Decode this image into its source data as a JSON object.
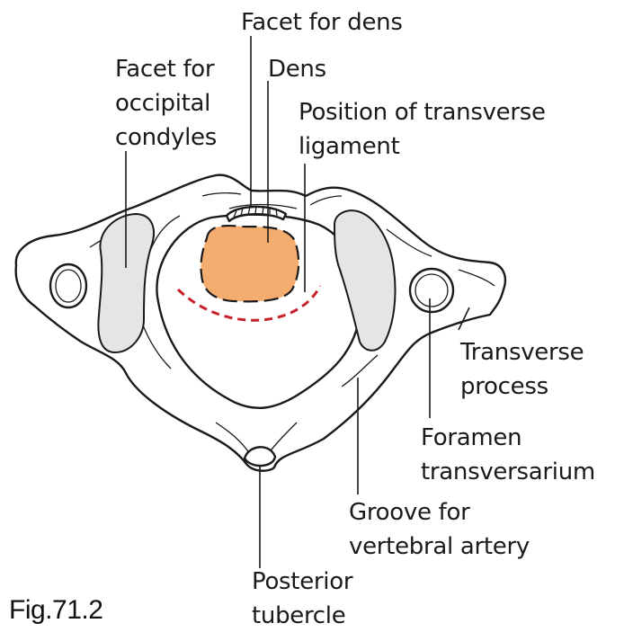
{
  "labels": {
    "facet_for_dens": "Facet for dens",
    "facet_occipital_line1": "Facet for",
    "facet_occipital_line2": "occipital",
    "facet_occipital_line3": "condyles",
    "dens": "Dens",
    "transverse_ligament_line1": "Position of transverse",
    "transverse_ligament_line2": "ligament",
    "transverse_process_line1": "Transverse",
    "transverse_process_line2": "process",
    "foramen_line1": "Foramen",
    "foramen_line2": "transversarium",
    "groove_line1": "Groove for",
    "groove_line2": "vertebral artery",
    "posterior_line1": "Posterior",
    "posterior_line2": "tubercle"
  },
  "figure_caption": "Fig.71.2",
  "colors": {
    "dens_fill": "#f5ad6f",
    "ligament_dash": "#c8202a",
    "facet_fill": "#e5e5e6",
    "outline": "#1a1a1a"
  }
}
